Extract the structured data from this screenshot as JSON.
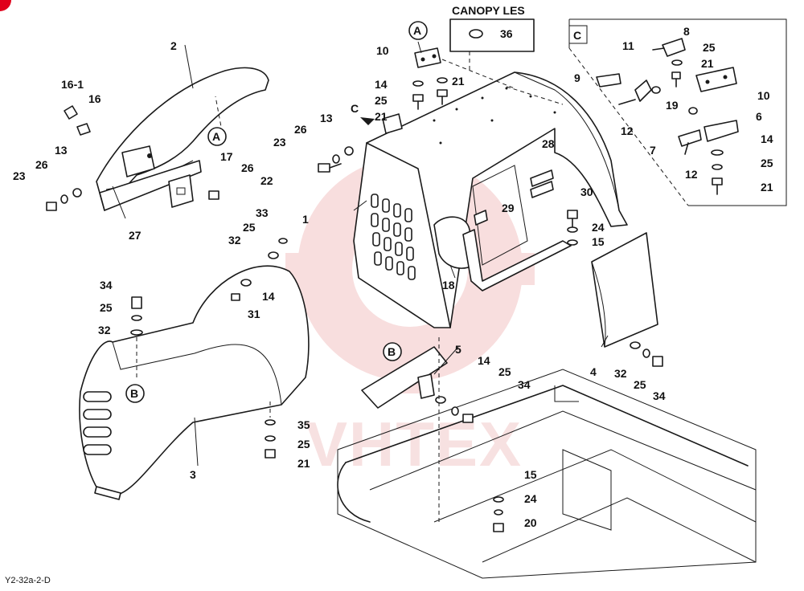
{
  "document": {
    "code": "Y2-32a-2-D",
    "canopy_label": "CANOPY LES",
    "canopy_part": "36",
    "detail_label": "C",
    "view_markers": [
      "A",
      "B",
      "C"
    ],
    "watermark": "VHTEX"
  },
  "callouts": {
    "p1": "1",
    "p2": "2",
    "p3": "3",
    "p4": "4",
    "p5": "5",
    "p6": "6",
    "p7": "7",
    "p8": "8",
    "p9": "9",
    "p10a": "10",
    "p10b": "10",
    "p11": "11",
    "p12a": "12",
    "p12b": "12",
    "p13a": "13",
    "p13b": "13",
    "p14a": "14",
    "p14b": "14",
    "p14c": "14",
    "p14d": "14",
    "p15a": "15",
    "p15b": "15",
    "p16": "16",
    "p16_1": "16-1",
    "p17": "17",
    "p18": "18",
    "p19": "19",
    "p20": "20",
    "p21a": "21",
    "p21b": "21",
    "p21c": "21",
    "p21d": "21",
    "p21e": "21",
    "p22": "22",
    "p23a": "23",
    "p23b": "23",
    "p24a": "24",
    "p24b": "24",
    "p25a": "25",
    "p25b": "25",
    "p25c": "25",
    "p25d": "25",
    "p25e": "25",
    "p25f": "25",
    "p25g": "25",
    "p26a": "26",
    "p26b": "26",
    "p26c": "26",
    "p27": "27",
    "p28": "28",
    "p29": "29",
    "p30": "30",
    "p31": "31",
    "p32a": "32",
    "p32b": "32",
    "p32c": "32",
    "p33": "33",
    "p34a": "34",
    "p34b": "34",
    "p34c": "34",
    "p35": "35"
  },
  "colors": {
    "line": "#1a1a1a",
    "watermark": "#f0b6b6",
    "corner_mark": "#e0001a"
  }
}
